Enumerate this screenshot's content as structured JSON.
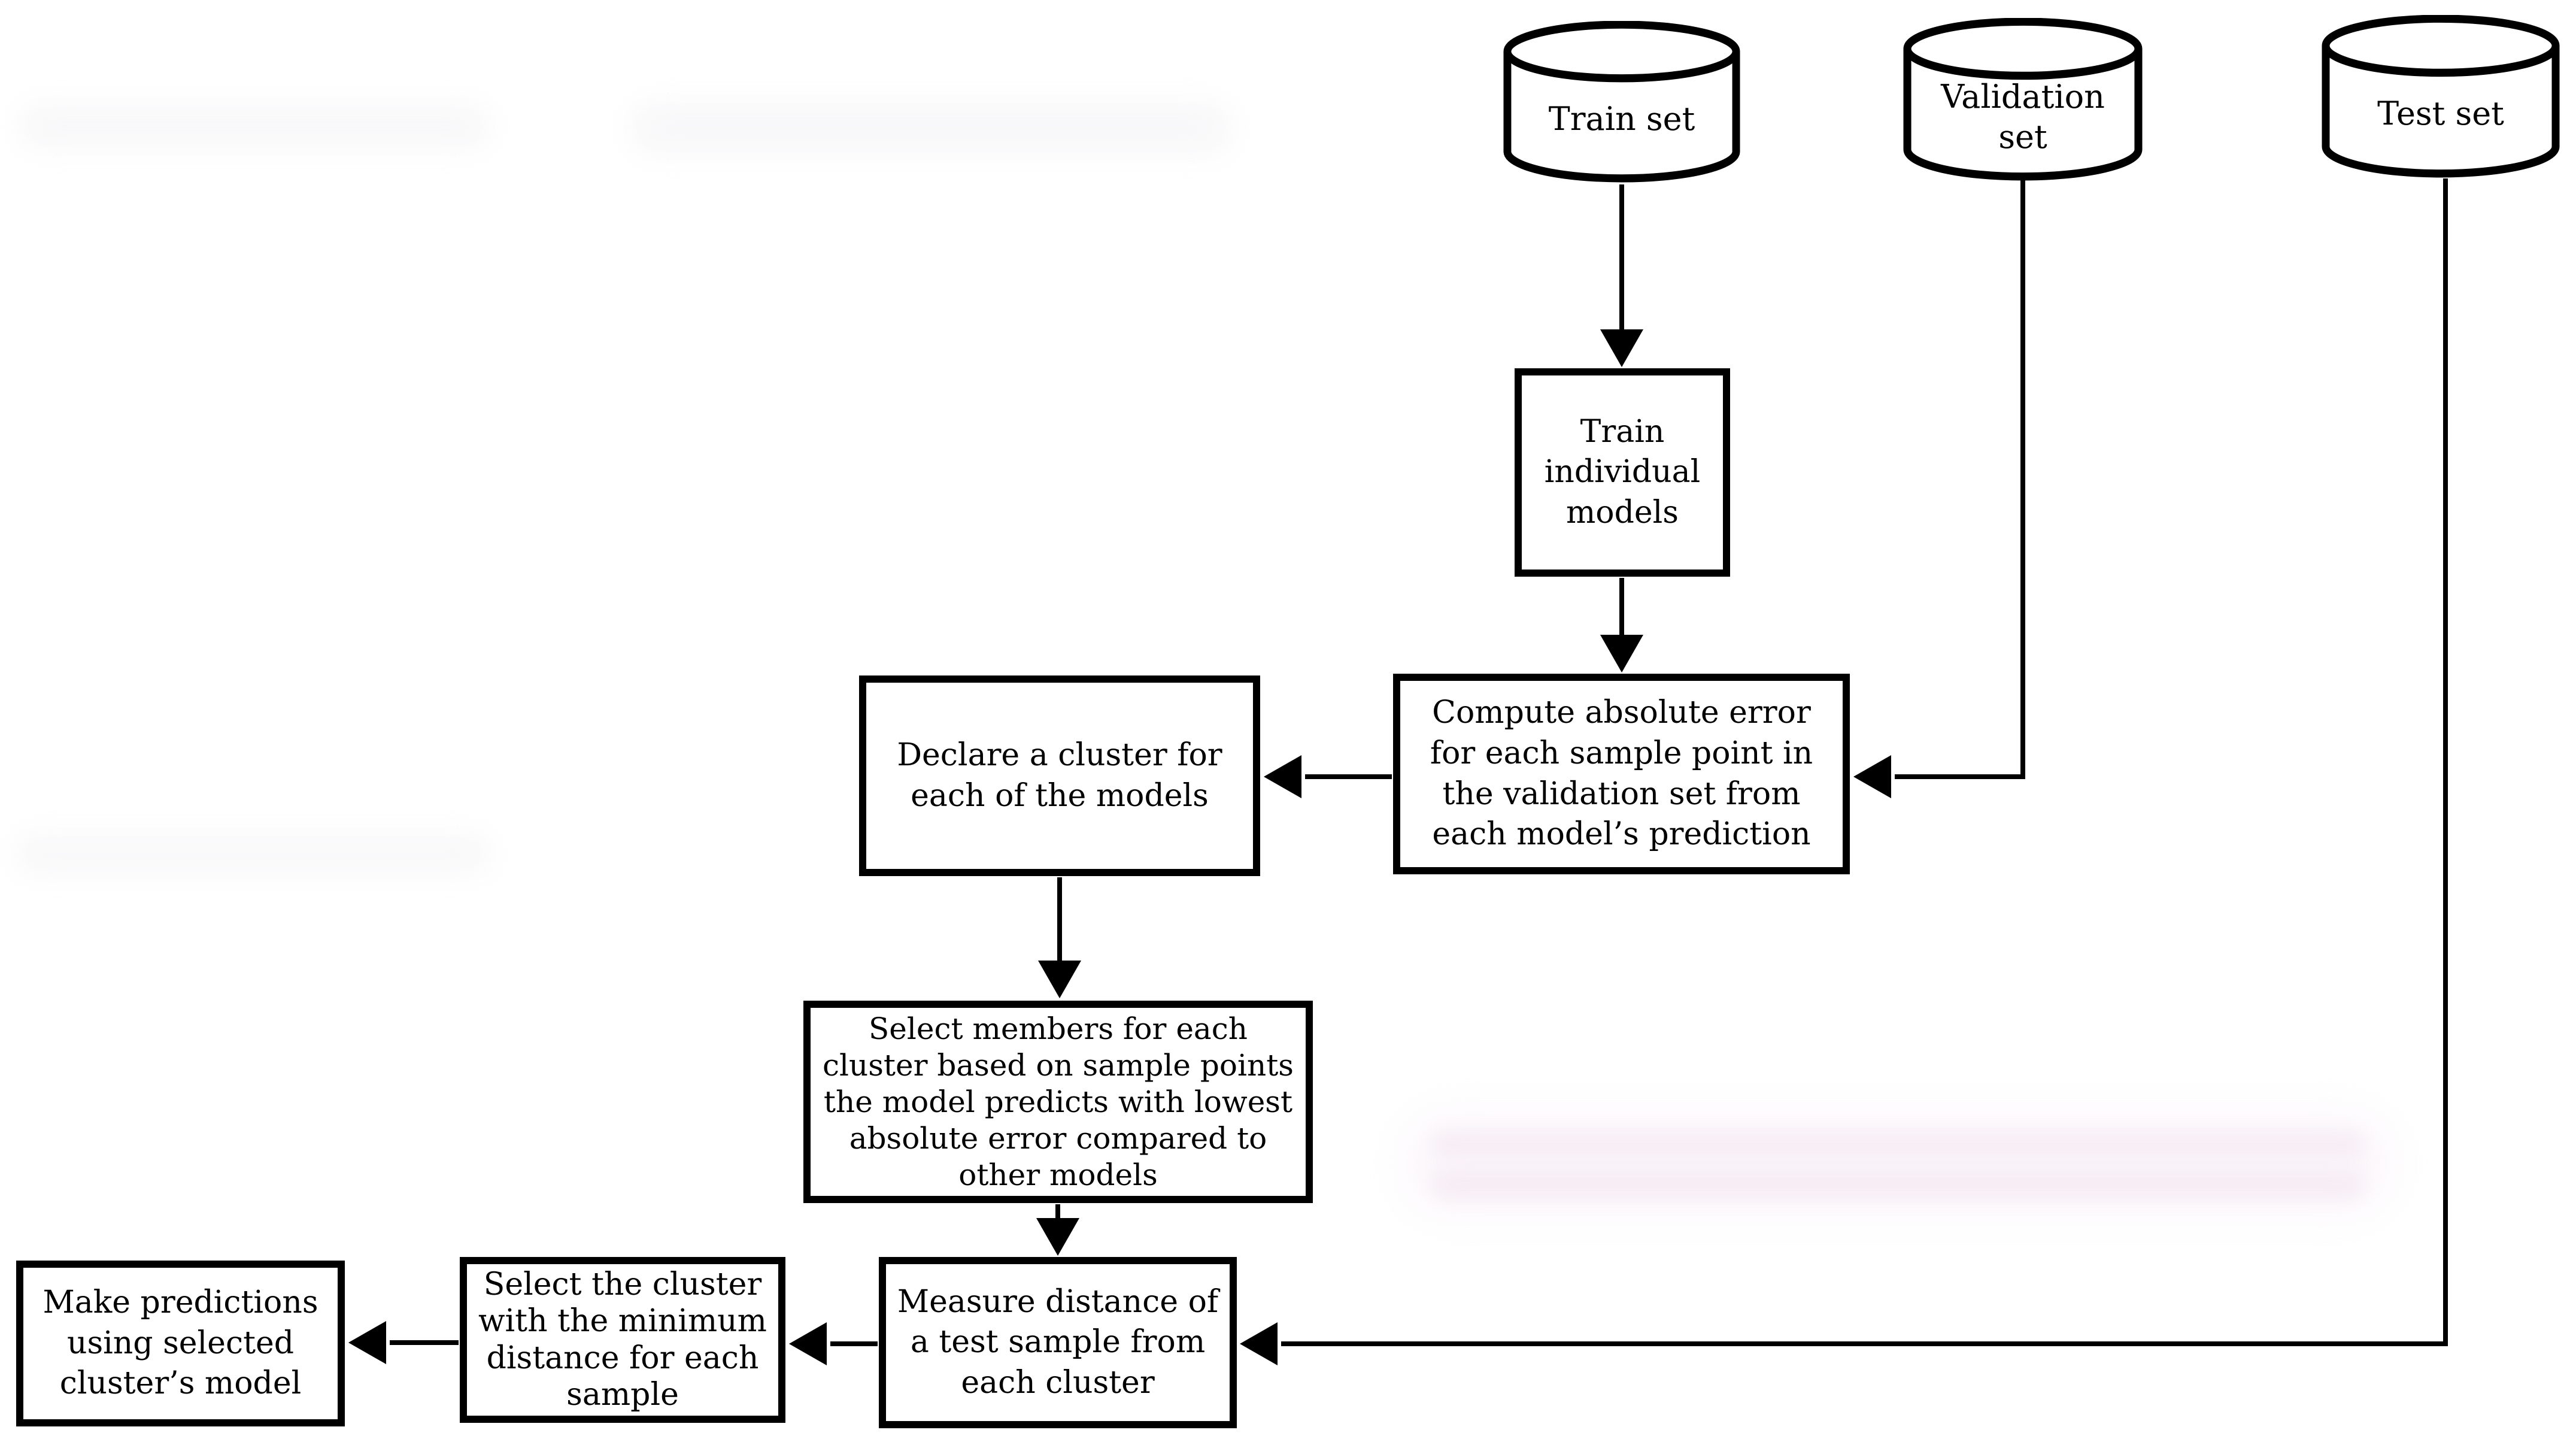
{
  "colors": {
    "background": "#ffffff",
    "stroke": "#000000",
    "smudge_gray": "#f6f6f8",
    "smudge_pink": "#f6edf4"
  },
  "datastores": [
    {
      "id": "train-set",
      "label": "Train set"
    },
    {
      "id": "validation-set",
      "label": "Validation set"
    },
    {
      "id": "test-set",
      "label": "Test set"
    }
  ],
  "steps": [
    {
      "id": "train-individual-models",
      "label": "Train individual models"
    },
    {
      "id": "compute-absolute-error",
      "label": "Compute absolute error for each sample point in the validation set from each model’s prediction"
    },
    {
      "id": "declare-cluster",
      "label": "Declare a cluster for each of the models"
    },
    {
      "id": "select-members",
      "label": "Select members for each cluster based on sample points the model predicts with lowest absolute error compared to other models"
    },
    {
      "id": "measure-distance",
      "label": "Measure distance of a test sample from each cluster"
    },
    {
      "id": "select-cluster-min",
      "label": "Select the cluster with the minimum distance for each sample"
    },
    {
      "id": "make-predictions",
      "label": "Make predictions using selected cluster’s model"
    }
  ],
  "connections": [
    {
      "from": "train-set",
      "to": "train-individual-models"
    },
    {
      "from": "train-individual-models",
      "to": "compute-absolute-error"
    },
    {
      "from": "validation-set",
      "to": "compute-absolute-error"
    },
    {
      "from": "compute-absolute-error",
      "to": "declare-cluster"
    },
    {
      "from": "declare-cluster",
      "to": "select-members"
    },
    {
      "from": "select-members",
      "to": "measure-distance"
    },
    {
      "from": "test-set",
      "to": "measure-distance"
    },
    {
      "from": "measure-distance",
      "to": "select-cluster-min"
    },
    {
      "from": "select-cluster-min",
      "to": "make-predictions"
    }
  ]
}
